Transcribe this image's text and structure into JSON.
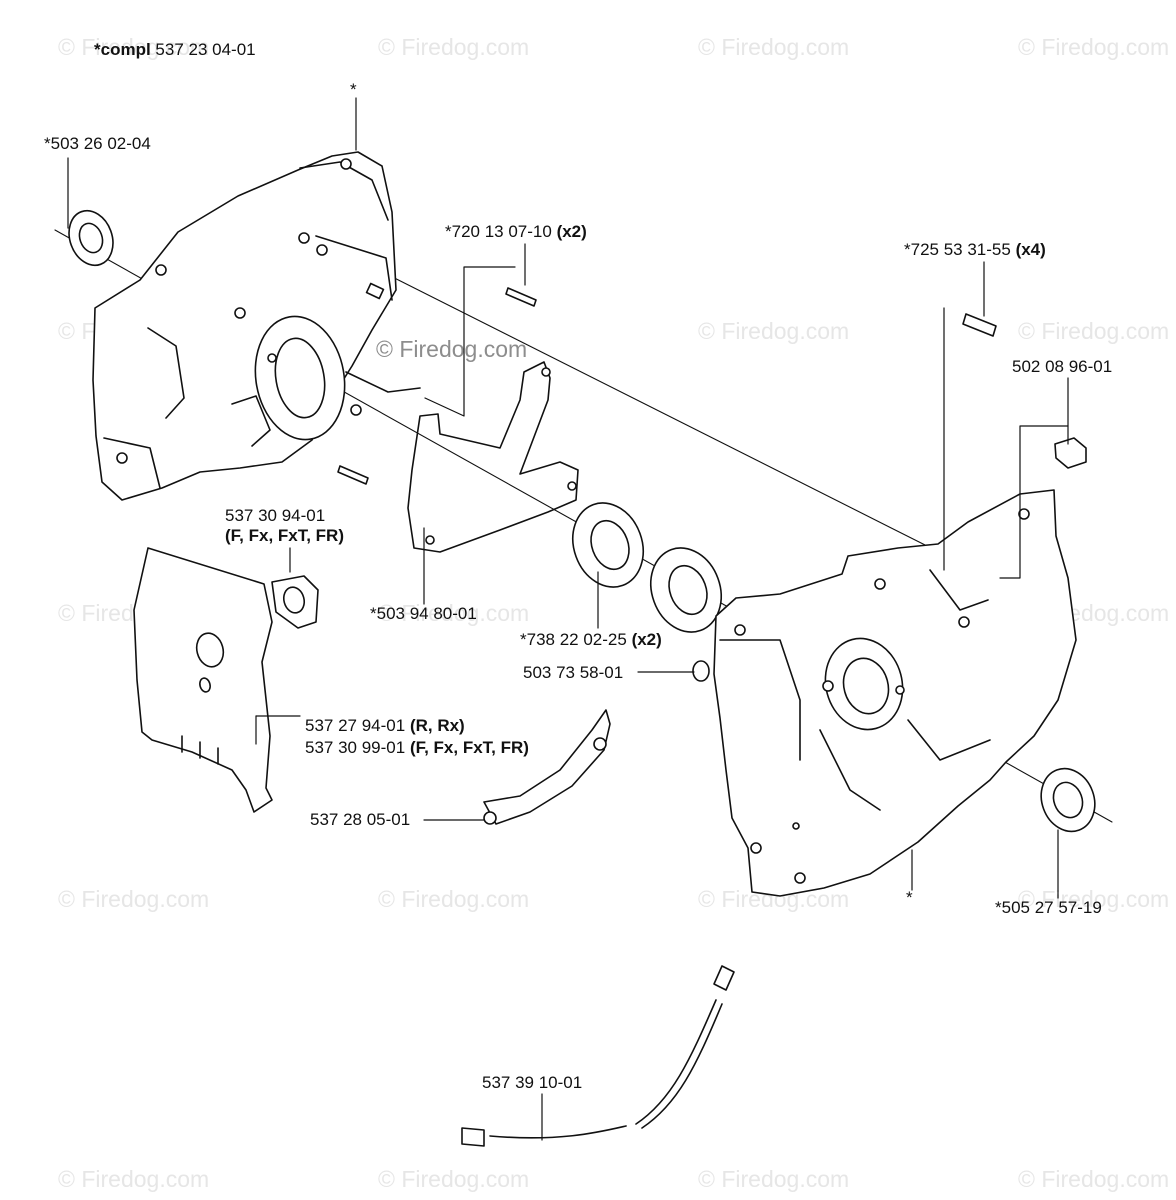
{
  "watermark": "© Firedog.com",
  "center_watermark": "© Firedog.com",
  "compl": {
    "prefix": "*compl",
    "number": "537 23 04-01"
  },
  "asterisk_mark": "*",
  "labels": {
    "seal_left": "*503 26 02-04",
    "pin_number": "*720 13 07-10",
    "pin_qty": "(x2)",
    "screw_number": "*725 53 31-55",
    "screw_qty": "(x4)",
    "nut": "502 08 96-01",
    "pad_number": "537 30 94-01",
    "pad_models": "(F, Fx, FxT, FR)",
    "gasket": "*503 94 80-01",
    "bearing_number": "*738 22 02-25",
    "bearing_qty": "(x2)",
    "plug": "503 73 58-01",
    "shield1_number": "537 27 94-01",
    "shield1_models": "(R, Rx)",
    "shield2_number": "537 30 99-01",
    "shield2_models": "(F, Fx, FxT, FR)",
    "clamp": "537 28 05-01",
    "seal_right": "*505 27 57-19",
    "cable": "537 39 10-01"
  }
}
